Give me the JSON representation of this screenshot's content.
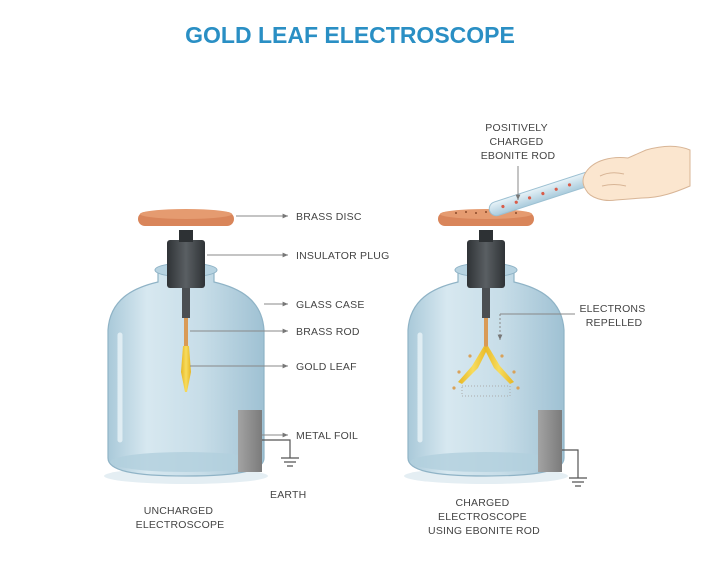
{
  "title": "GOLD LEAF ELECTROSCOPE",
  "colors": {
    "title": "#2a8fc4",
    "glass": "#c4dce8",
    "glass_dark": "#9ec2d4",
    "brass_disc": "#d9855a",
    "plug": "#3e4245",
    "gold_leaf": "#f2cd3c",
    "metal_foil": "#8c8c8c",
    "label_text": "#444444",
    "leader_line": "#888888"
  },
  "left_labels": {
    "brass_disc": "BRASS DISC",
    "insulator_plug": "INSULATOR PLUG",
    "glass_case": "GLASS CASE",
    "brass_rod": "BRASS ROD",
    "gold_leaf": "GOLD LEAF",
    "metal_foil": "METAL FOIL",
    "earth": "EARTH"
  },
  "right_labels": {
    "rod": [
      "POSITIVELY",
      "CHARGED",
      "EBONITE ROD"
    ],
    "electrons": [
      "ELECTRONS",
      "REPELLED"
    ]
  },
  "captions": {
    "left": [
      "UNCHARGED",
      "ELECTROSCOPE"
    ],
    "right": [
      "CHARGED",
      "ELECTROSCOPE",
      "USING EBONITE ROD"
    ]
  }
}
